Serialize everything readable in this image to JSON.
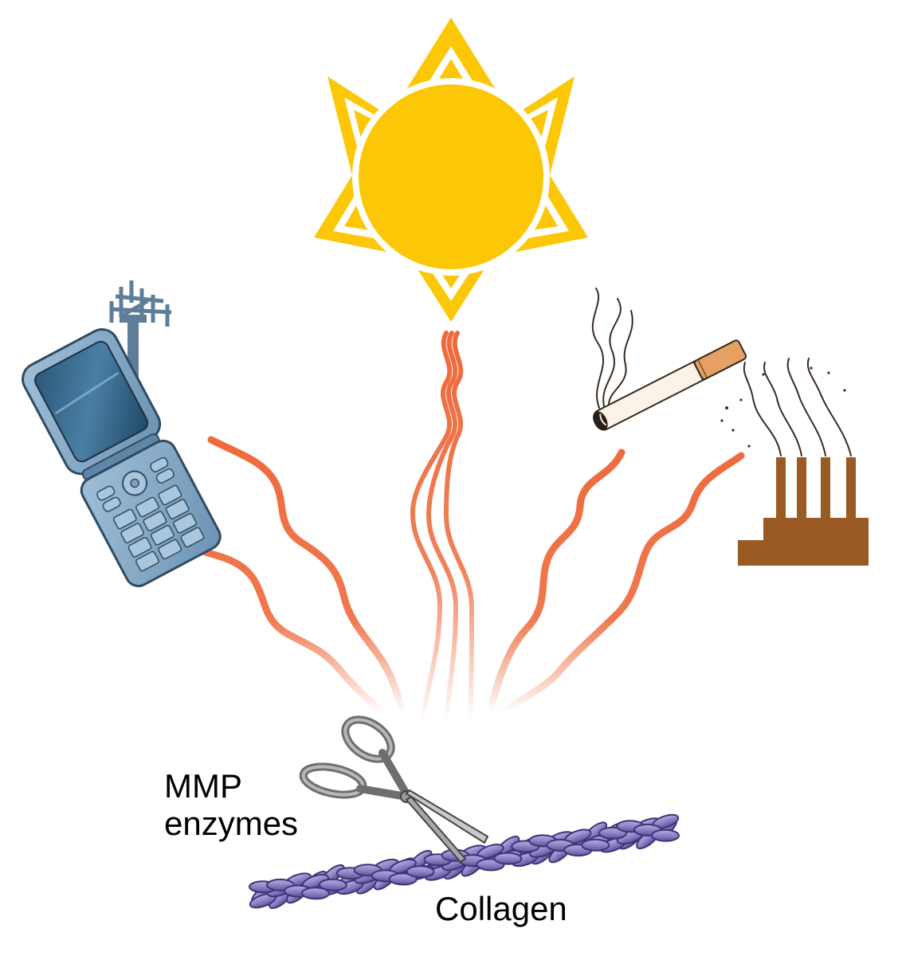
{
  "labels": {
    "mmp_line1": "MMP",
    "mmp_line2": "enzymes",
    "collagen": "Collagen"
  },
  "colors": {
    "sun": "#fcc707",
    "wave": "#ee6a3c",
    "phone": "#6c93b3",
    "tower": "#5f7d99",
    "factory": "#9a5a24",
    "cigarette_filter": "#e6a063",
    "collagen": "#8f82c6",
    "scissors": "#8a8a8a"
  },
  "icons": [
    "sun-icon",
    "cell-phone-icon",
    "cell-tower-icon",
    "cigarette-icon",
    "factory-icon",
    "scissors-icon",
    "collagen-helix-icon"
  ]
}
